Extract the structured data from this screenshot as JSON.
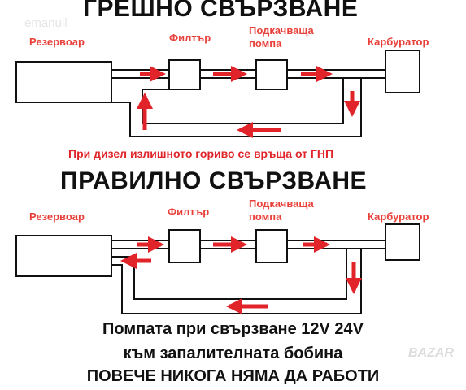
{
  "watermark": "emanuil",
  "badge": "BAZAR",
  "wrong": {
    "title": "ГРЕШНО СВЪРЗВАНЕ",
    "tank": "Резервоар",
    "filter": "Филтър",
    "pump_line1": "Подкачваща",
    "pump_line2": "помпа",
    "carb": "Карбуратор",
    "note": "При дизел излишното гориво се връща от ГНП"
  },
  "right": {
    "title": "ПРАВИЛНО СВЪРЗВАНЕ",
    "tank": "Резервоар",
    "filter": "Филтър",
    "pump_line1": "Подкачваща",
    "pump_line2": "помпа",
    "carb": "Карбуратор"
  },
  "footer": {
    "line1": "Помпата при свързване 12V 24V",
    "line2": "към запалителната бобина",
    "line3": "ПОВЕЧЕ НИКОГА НЯМА ДА РАБОТИ"
  },
  "colors": {
    "arrow": "#e0242a",
    "label": "#e8413a",
    "line": "#111111"
  }
}
